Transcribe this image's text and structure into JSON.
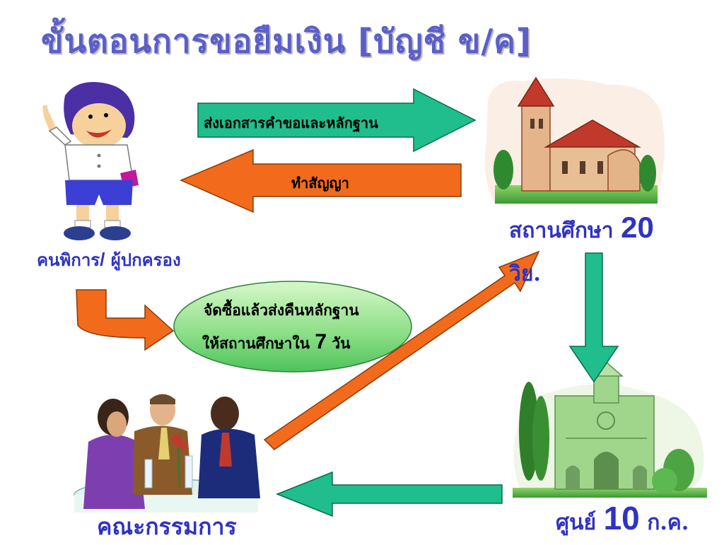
{
  "title": "ขั้นตอนการขอยืมเงิน [บัญชี ข/ค]",
  "nodes": {
    "person": {
      "label_main": "คนพิการ",
      "label_slash": "/",
      "label_rest": " ผู้ปกครอง"
    },
    "school": {
      "label_prefix": "สถานศึกษา ",
      "label_num": "20",
      "label_suffix": "วิย."
    },
    "center": {
      "label_prefix": "ศูนย์ ",
      "label_num": "10",
      "label_suffix": " ก.ค."
    },
    "committee": {
      "label": "คณะกรรมการ"
    }
  },
  "arrows": {
    "send_docs": "ส่งเอกสารคำขอและหลักฐาน",
    "contract": "ทำสัญญา"
  },
  "bubble": {
    "line1": "จัดซื้อแล้วส่งคืนหลักฐาน",
    "line2_prefix": "ให้สถานศึกษาใน ",
    "line2_num": "7",
    "line2_suffix": "  วัน"
  },
  "colors": {
    "title": "#5b5fc6",
    "label": "#2f33c4",
    "green_arrow": "#1fbe8c",
    "orange_arrow": "#f26a1b",
    "bubble": "#8fe08a"
  }
}
